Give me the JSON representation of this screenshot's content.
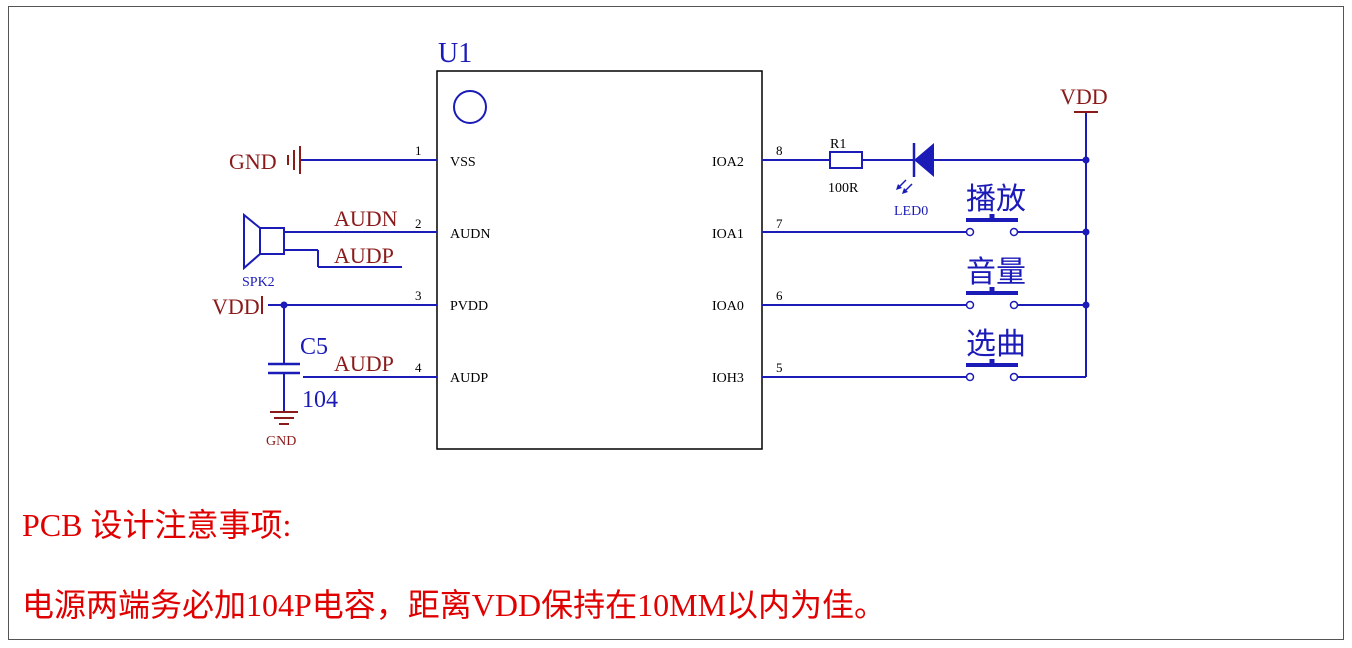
{
  "notes": {
    "heading": "PCB  设计注意事项:",
    "line": "电源两端务必加104P电容，距离VDD保持在10MM以内为佳。"
  },
  "chip": {
    "ref": "U1",
    "left_pins": [
      {
        "num": "1",
        "name": "VSS"
      },
      {
        "num": "2",
        "name": "AUDN"
      },
      {
        "num": "3",
        "name": "PVDD"
      },
      {
        "num": "4",
        "name": "AUDP"
      }
    ],
    "right_pins": [
      {
        "num": "8",
        "name": "IOA2"
      },
      {
        "num": "7",
        "name": "IOA1"
      },
      {
        "num": "6",
        "name": "IOA0"
      },
      {
        "num": "5",
        "name": "IOH3"
      }
    ]
  },
  "nets": {
    "gnd_left": "GND",
    "audn": "AUDN",
    "audp_spk": "AUDP",
    "vdd_left": "VDD",
    "audp_pin4": "AUDP",
    "gnd_bottom": "GND",
    "vdd_right": "VDD"
  },
  "speaker": {
    "ref": "SPK2"
  },
  "capacitor": {
    "ref": "C5",
    "value": "104"
  },
  "resistor": {
    "ref": "R1",
    "value": "100R"
  },
  "led": {
    "ref": "LED0"
  },
  "buttons": [
    {
      "label": "播放"
    },
    {
      "label": "音量"
    },
    {
      "label": "选曲"
    }
  ],
  "colors": {
    "wire": "#1b1bb8",
    "net_label": "#8b1a1a",
    "body": "#000000",
    "note": "#e00000"
  }
}
